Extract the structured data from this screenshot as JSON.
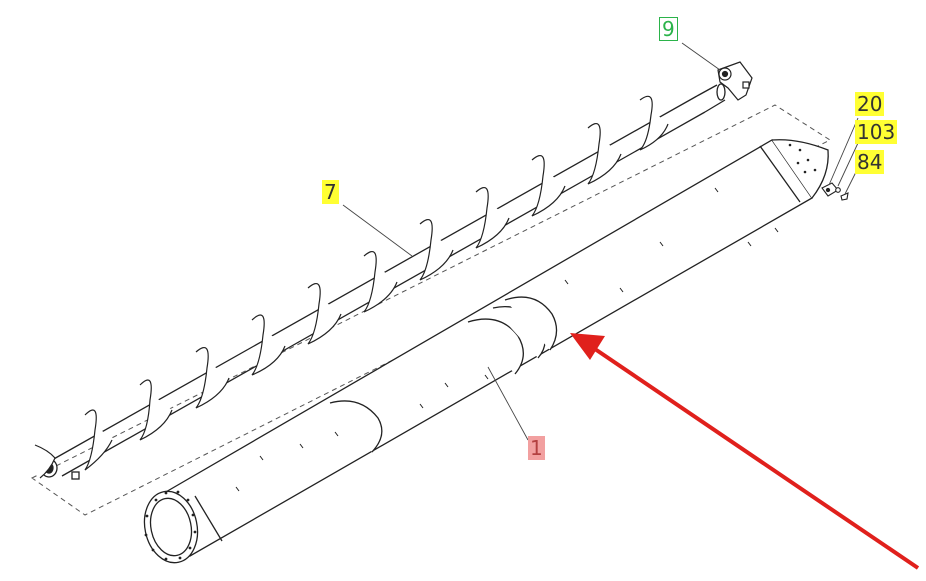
{
  "callouts": {
    "part_9": "9",
    "part_7": "7",
    "part_20": "20",
    "part_103": "103",
    "part_84": "84",
    "part_1": "1"
  },
  "colors": {
    "highlight_yellow": "#ffff33",
    "highlight_green": "#2bb34a",
    "highlight_red": "#f2a0a0",
    "arrow_red": "#e0201c",
    "line": "#222222"
  }
}
